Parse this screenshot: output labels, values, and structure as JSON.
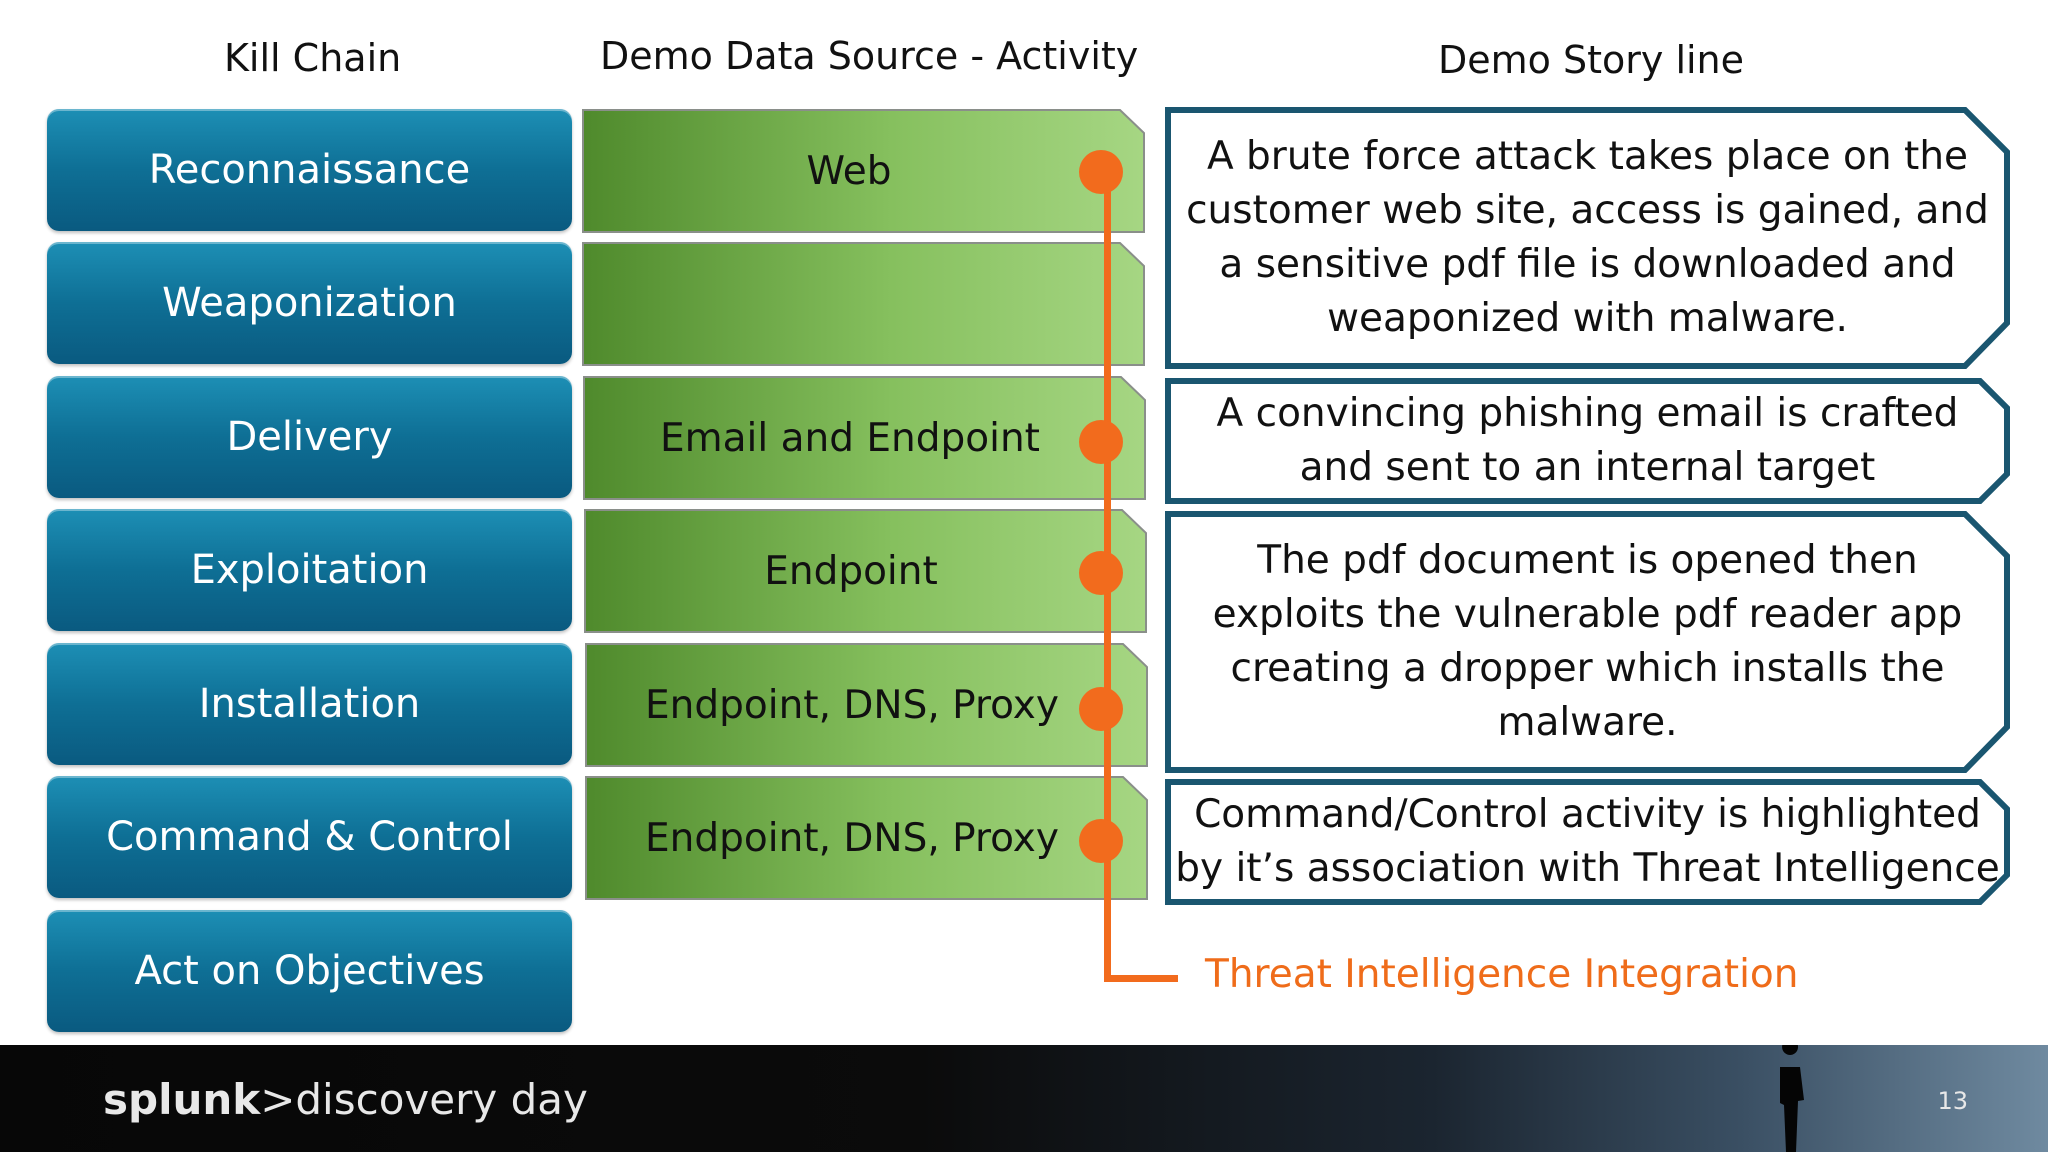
{
  "headers": {
    "kill_chain": "Kill Chain",
    "data_source": "Demo Data Source - Activity",
    "story_line": "Demo Story line"
  },
  "kill_chain": [
    "Reconnaissance",
    "Weaponization",
    "Delivery",
    "Exploitation",
    "Installation",
    "Command & Control",
    "Act on Objectives"
  ],
  "data_sources": [
    "Web",
    "",
    "Email and Endpoint",
    "Endpoint",
    "Endpoint, DNS, Proxy",
    "Endpoint, DNS, Proxy"
  ],
  "story_lines": [
    "A brute force attack takes place on the customer web site, access is gained, and a sensitive pdf file is downloaded and weaponized with malware.",
    "A convincing phishing email is crafted and sent to an internal target",
    "The pdf document is opened then exploits the vulnerable pdf reader app creating a dropper which installs the malware.",
    "Command/Control activity is highlighted by it’s association with Threat Intelligence"
  ],
  "threat_intel_label": "Threat Intelligence Integration",
  "footer": {
    "brand": "splunk",
    "brand_suffix": ">discovery day",
    "page_number": "13"
  },
  "colors": {
    "kill_chain_box": "#0e6f95",
    "data_source_dark": "#4f8a2c",
    "data_source_light": "#a6d683",
    "story_border": "#1a5670",
    "timeline": "#f26b1d"
  }
}
